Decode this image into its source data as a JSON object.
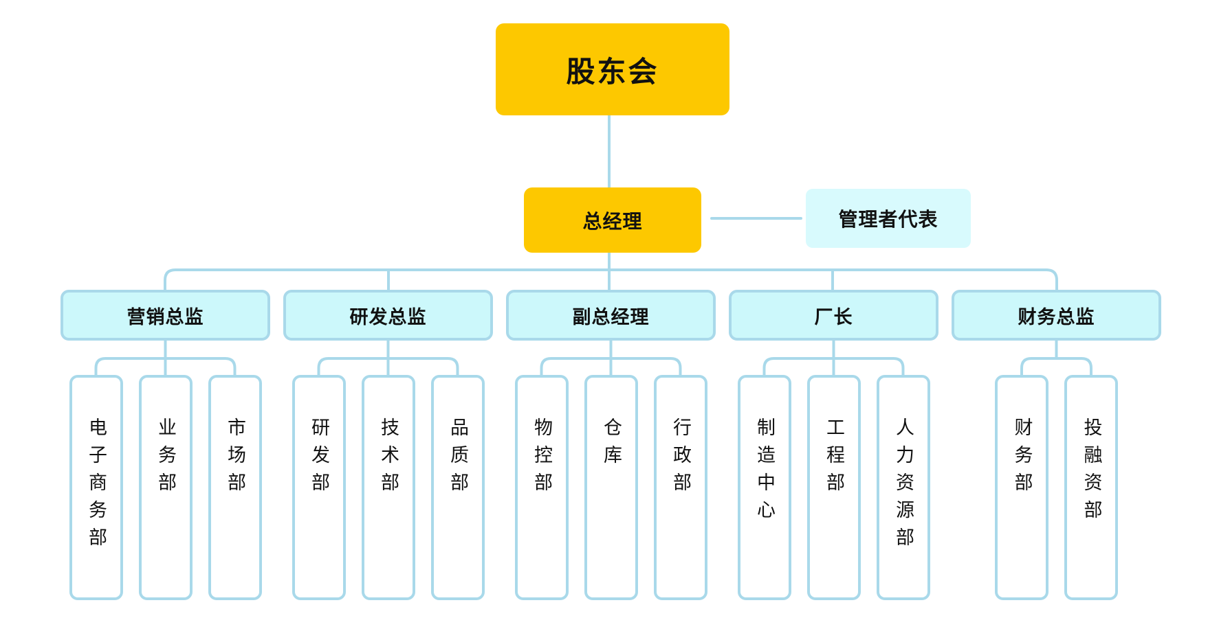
{
  "colors": {
    "gold": "#fdc800",
    "light_cyan": "#ccf8fb",
    "pale_cyan": "#d8fafd",
    "connector": "#a9d9ea"
  },
  "shareholders": {
    "label": "股东会"
  },
  "general_manager": {
    "label": "总经理"
  },
  "management_rep": {
    "label": "管理者代表"
  },
  "directors": [
    {
      "label": "营销总监",
      "departments": [
        "电子商务部",
        "业务部",
        "市场部"
      ]
    },
    {
      "label": "研发总监",
      "departments": [
        "研发部",
        "技术部",
        "品质部"
      ]
    },
    {
      "label": "副总经理",
      "departments": [
        "物控部",
        "仓库",
        "行政部"
      ]
    },
    {
      "label": "厂长",
      "departments": [
        "制造中心",
        "工程部",
        "人力资源部"
      ]
    },
    {
      "label": "财务总监",
      "departments": [
        "财务部",
        "投融资部"
      ]
    }
  ]
}
